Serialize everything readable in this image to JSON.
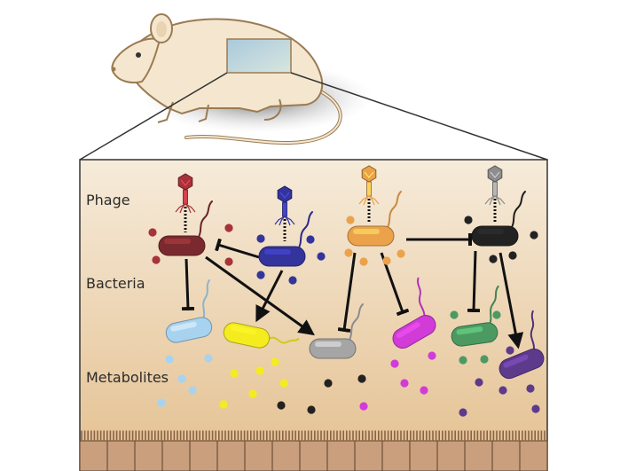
{
  "labels": {
    "phage": "Phage",
    "bacteria": "Bacteria",
    "metabolites": "Metabolites"
  },
  "colors": {
    "red": "#a7323a",
    "blue": "#33349c",
    "orange": "#eba24a",
    "black": "#222222",
    "light_blue": "#a7d3f1",
    "yellow": "#f4ec1e",
    "gray": "#a5a5a5",
    "magenta": "#d13bd8",
    "green": "#4c9a62",
    "purple": "#5e3a8c",
    "panel_top": "#f4e6d0",
    "panel_bottom": "#e6c391",
    "mouse_fill": "#f5e7cf",
    "mouse_outline": "#9a7b53"
  }
}
